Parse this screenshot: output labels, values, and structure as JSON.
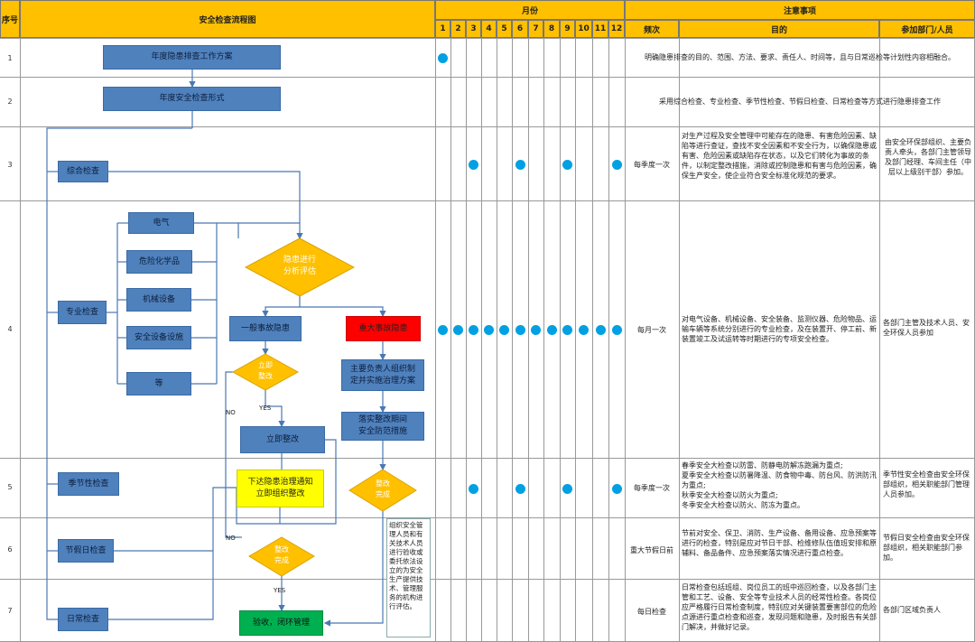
{
  "header": {
    "col_seq": "序号",
    "col_flow": "安全检查流程图",
    "col_month": "月份",
    "col_notes": "注意事项",
    "col_freq": "频次",
    "col_purpose": "目的",
    "col_dept": "参加部门/人员",
    "months": [
      "1",
      "2",
      "3",
      "4",
      "5",
      "6",
      "7",
      "8",
      "9",
      "10",
      "11",
      "12"
    ]
  },
  "rows": [
    {
      "num": "1",
      "freq": "",
      "purpose": "明确隐患排查的目的、范围、方法、要求、责任人、时间等，且与日常巡检等计划性内容相融合。",
      "dept": ""
    },
    {
      "num": "2",
      "freq": "",
      "purpose": "采用综合检查、专业检查、季节性检查、节假日检查、日常检查等方式进行隐患排查工作",
      "dept": ""
    },
    {
      "num": "3",
      "freq": "每季度一次",
      "purpose": "对生产过程及安全管理中可能存在的隐患、有害危险因素、缺陷等进行查证，查找不安全因素和不安全行为，以确保隐患或有害、危险因素或缺陷存在状态，以及它们转化为事故的条件，以制定整改措施，消除或控制隐患和有害与危险因素，确保生产安全，使企业符合安全标准化规范的要求。",
      "dept": "由安全环保部组织、主要负责人牵头，各部门主管领导及部门经理、车间主任（中层以上级别干部）参加。"
    },
    {
      "num": "4",
      "freq": "每月一次",
      "purpose": "对电气设备、机械设备、安全装备、监测仪器、危险物品、运输车辆等系统分别进行的专业检查，及在装置开、停工前、新装置竣工及试运转等时期进行的专项安全检查。",
      "dept": "各部门主管及技术人员、安全环保人员参加"
    },
    {
      "num": "5",
      "freq": "每季度一次",
      "purpose": "春季安全大检查以防雷、防静电防解冻跑漏为重点;\n夏季安全大检查以防暑降温、防食物中毒、防台风、防洪防汛为重点;\n秋季安全大检查以防火为重点;\n冬季安全大检查以防火、防冻为重点。",
      "dept": "季节性安全检查由安全环保部组织，相关职能部门管理人员参加。"
    },
    {
      "num": "6",
      "freq": "重大节假日前",
      "purpose": "节前对安全、保卫、消防、生产设备、备用设备、应急预案等进行的检查，特别是应对节日干部、检维修队伍值班安排和原辅料、备品备件、应急预案落实情况进行重点检查。",
      "dept": "节假日安全检查由安全环保部组织，相关职能部门参加。"
    },
    {
      "num": "7",
      "freq": "每日检查",
      "purpose": "日常检查包括班组、岗位员工的班中巡回检查，以及各部门主管和工艺、设备、安全等专业技术人员的经常性检查。各岗位应严格履行日常检查制度，特别应对关键装置要害部位的危险点源进行重点检查和巡查，发现问题和隐患，及时报告有关部门解决，并做好记录。",
      "dept": "各部门区域负责人"
    }
  ],
  "flow": {
    "plan": "年度隐患排查工作方案",
    "form": "年度安全检查形式",
    "comprehensive": "综合检查",
    "professional": "专业检查",
    "electric": "电气",
    "hazchem": "危险化学品",
    "mechanical": "机械设备",
    "safety_fac": "安全设备设施",
    "etc": "等",
    "seasonal": "季节性检查",
    "holiday": "节假日检查",
    "daily": "日常检查",
    "assess": "隐患进行\n分析评估",
    "general": "一般事故隐患",
    "major": "重大事故隐患",
    "immediate_q": "立即\n整改",
    "immediate": "立即整改",
    "notice": "下达隐患治理通知\n立即组织整改",
    "done_q1": "整改\n完成",
    "done_q2": "整改\n完成",
    "plan_major": "主要负责人组织制\n定并实施治理方案",
    "implement": "落实整改期间\n安全防范措施",
    "accept": "验收，闭环管理",
    "yes1": "YES",
    "no1": "NO",
    "no2": "NO",
    "yes2": "YES",
    "eval_note": "组织安全管理人员和有关技术人员进行验收或委托依法设立的为安全生产提供技术、管理服务的机构进行评估。"
  },
  "dots": {
    "row1": [
      1
    ],
    "row3": [
      3,
      6,
      9,
      12
    ],
    "row4": [
      1,
      2,
      3,
      4,
      5,
      6,
      7,
      8,
      9,
      10,
      11,
      12
    ],
    "row5": [
      3,
      6,
      9,
      12
    ],
    "row6": [],
    "row7": []
  },
  "colors": {
    "header": "#FFC000",
    "box": "#4F81BD",
    "diamond": "#FFC000",
    "dot": "#00A0E3",
    "major": "#FF0000",
    "notice": "#FFFF00",
    "accept": "#00B050"
  }
}
